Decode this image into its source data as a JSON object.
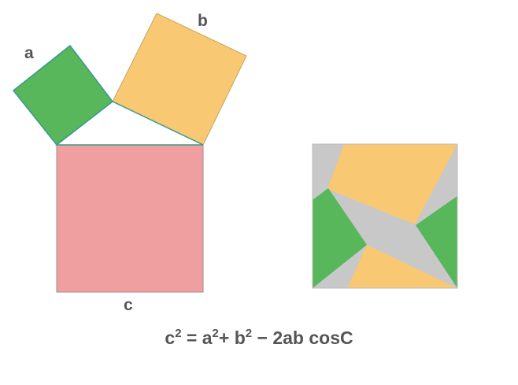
{
  "labels": {
    "a": "a",
    "b": "b",
    "c": "c"
  },
  "formula": {
    "lhs": "c",
    "lhs_exp": "2",
    "eq": " = ",
    "a_term": "a",
    "a_exp": "2",
    "plus": "+ ",
    "b_term": "b",
    "b_exp": "2",
    "rest": " − 2ab cosC"
  },
  "colors": {
    "square_a": "#57b75a",
    "square_b": "#f8c872",
    "square_c": "#ef9f9f",
    "gap": "#c8c8c8",
    "edge": "#3a9a90",
    "text": "#555555"
  }
}
